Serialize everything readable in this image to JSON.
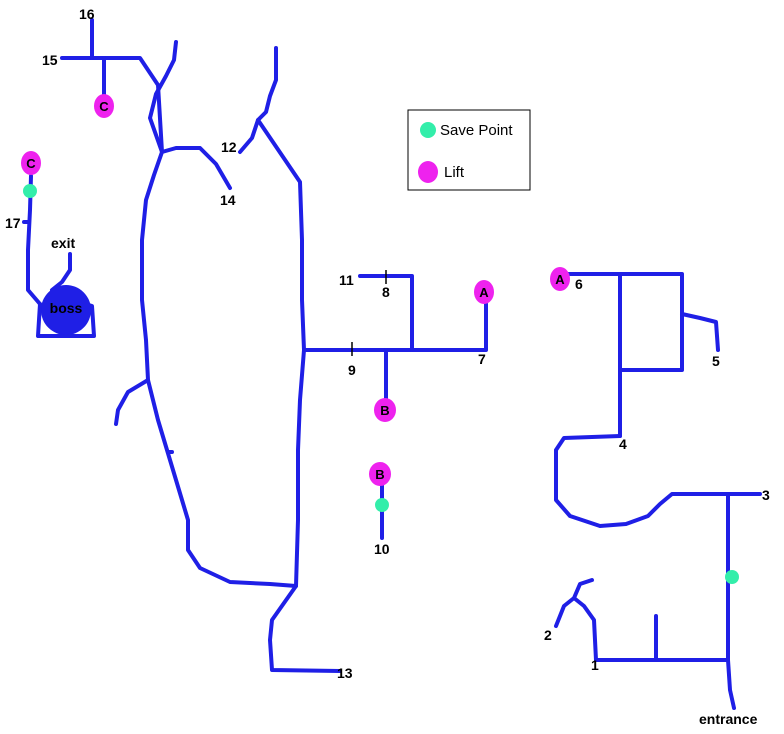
{
  "colors": {
    "path": "#1f1fe6",
    "lift": "#ee22ee",
    "save_point": "#33eeaa",
    "boss": "#1f1fe6"
  },
  "legend": {
    "save_label": "Save Point",
    "lift_label": "Lift"
  },
  "labels": {
    "n1": "1",
    "n2": "2",
    "n3": "3",
    "n4": "4",
    "n5": "5",
    "n6": "6",
    "n7": "7",
    "n8": "8",
    "n9": "9",
    "n10": "10",
    "n11": "11",
    "n12": "12",
    "n13": "13",
    "n14": "14",
    "n15": "15",
    "n16": "16",
    "n17": "17",
    "entrance": "entrance",
    "exit": "exit",
    "boss": "boss"
  },
  "lifts": {
    "a_left": "A",
    "a_right": "A",
    "b_upper": "B",
    "b_lower": "B",
    "c_top": "C",
    "c_left": "C"
  }
}
